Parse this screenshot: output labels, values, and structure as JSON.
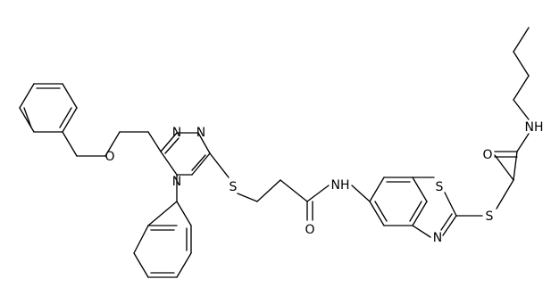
{
  "molecule": {
    "atom_labels": {
      "o_ether": "O",
      "n_triazole_a": "N",
      "n_triazole_b": "N",
      "n_triazole_4": "N",
      "s_thioether_left": "S",
      "o_amide_left": "O",
      "nh_amide_left": "NH",
      "s_thiazole": "S",
      "n_thiazole": "N",
      "s_thioether_right": "S",
      "o_amide_right": "O",
      "nh_amide_right": "NH"
    }
  }
}
